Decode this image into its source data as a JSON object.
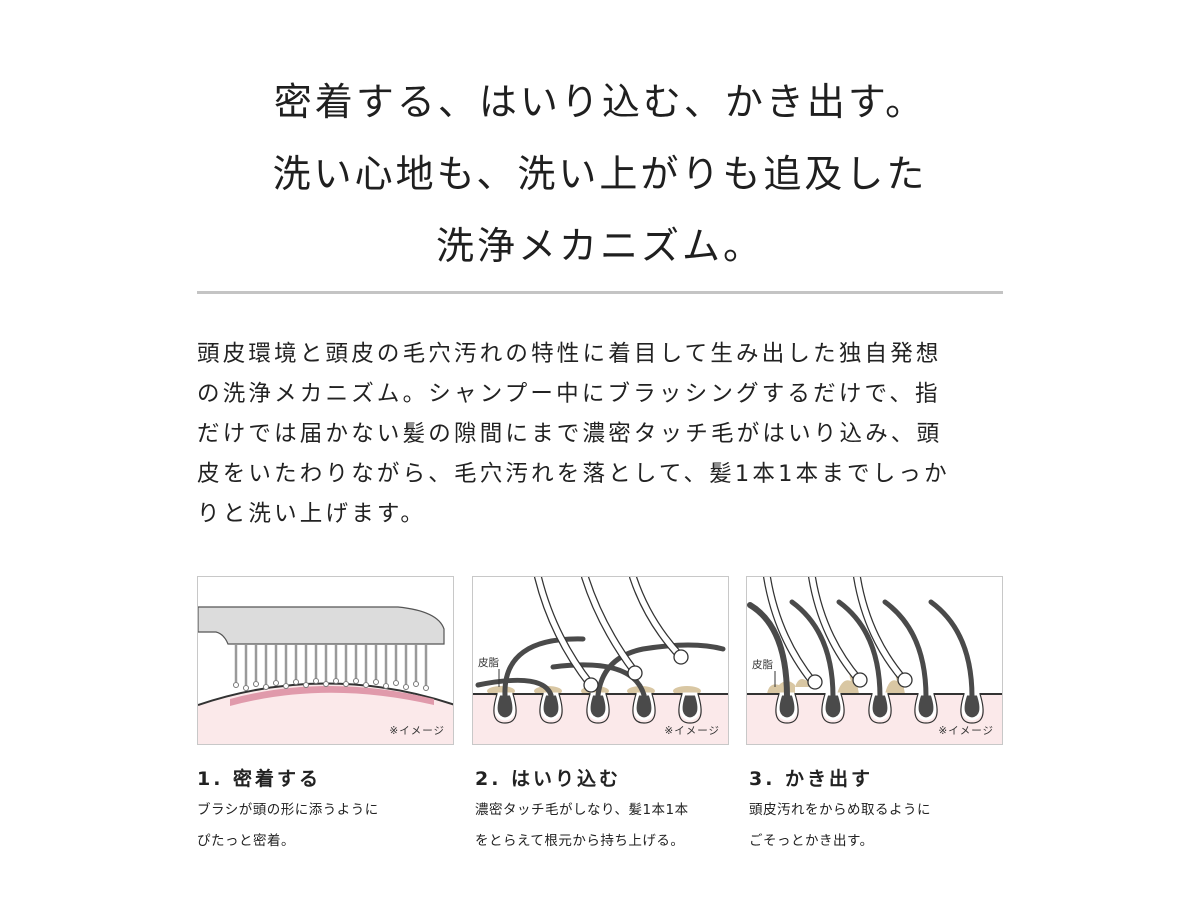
{
  "headline": {
    "lines": [
      "密着する、はいり込む、かき出す。",
      "洗い心地も、洗い上がりも追及した",
      "洗浄メカニズム。"
    ]
  },
  "body": {
    "lines": [
      "頭皮環境と頭皮の毛穴汚れの特性に着目して生み出した独自発想",
      "の洗浄メカニズム。シャンプー中にブラッシングするだけで、指",
      "だけでは届かない髪の隙間にまで濃密タッチ毛がはいり込み、頭",
      "皮をいたわりながら、毛穴汚れを落として、髪1本1本までしっか",
      "りと洗い上げます。"
    ]
  },
  "colors": {
    "text": "#222222",
    "divider": "#c4c4c4",
    "scalp": "#fbe9ea",
    "scalp_contact": "#e09aab",
    "sebum": "#d9c7a3",
    "hair": "#4a4a4a",
    "brush": "#d6d6d6"
  },
  "panels": [
    {
      "name": "adhesion",
      "note": "※イメージ"
    },
    {
      "name": "penetration",
      "sebum_label": "皮脂",
      "note": "※イメージ"
    },
    {
      "name": "extraction",
      "sebum_label": "皮脂",
      "note": "※イメージ"
    }
  ],
  "steps": [
    {
      "title": "1. 密着する",
      "desc": [
        "ブラシが頭の形に添うように",
        "ぴたっと密着。"
      ]
    },
    {
      "title": "2. はいり込む",
      "desc": [
        "濃密タッチ毛がしなり、髪1本1本",
        "をとらえて根元から持ち上げる。"
      ]
    },
    {
      "title": "3. かき出す",
      "desc": [
        "頭皮汚れをからめ取るように",
        "ごそっとかき出す。"
      ]
    }
  ]
}
